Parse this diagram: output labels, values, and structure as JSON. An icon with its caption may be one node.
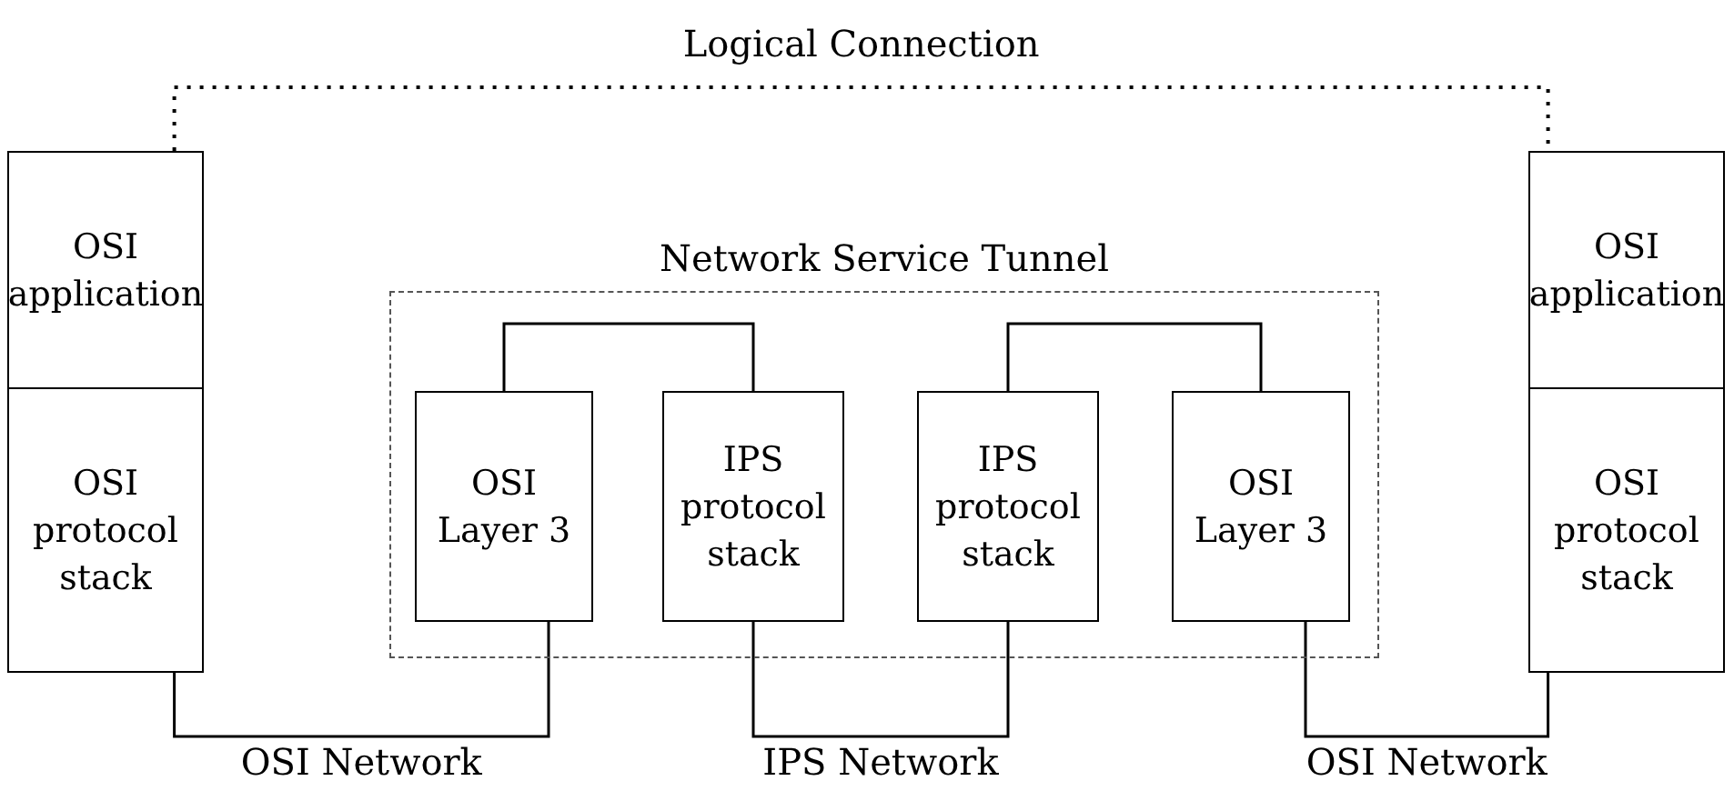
{
  "diagram": {
    "nodes": [
      {
        "text": [
          "OSI application"
        ]
      },
      {
        "text": [
          "OSI protocol stack"
        ]
      },
      {
        "text": [
          "Network Service Tunnel"
        ]
      },
      {
        "text": [
          "OSI Layer 3"
        ],
        "in": 2
      },
      {
        "text": [
          "IPS protocol stack"
        ],
        "in": 2
      },
      {
        "text": [
          "IPS protocol stack"
        ],
        "in": 2
      },
      {
        "text": [
          "OSI Layer 3"
        ],
        "in": 2
      },
      {
        "text": [
          "OSI application"
        ]
      },
      {
        "text": [
          "OSI protocol stack"
        ]
      }
    ],
    "edges": [
      {
        "from": 0,
        "to": 7,
        "arrow": "none",
        "label": "Logical Connection",
        "style": "dashed"
      },
      {
        "from": 3,
        "to": 4,
        "arrow": "none"
      },
      {
        "from": 5,
        "to": 6,
        "arrow": "none"
      },
      {
        "from": 1,
        "to": 3,
        "arrow": "none",
        "label": "OSI Network"
      },
      {
        "from": 4,
        "to": 5,
        "arrow": "none",
        "label": "IPS Network"
      },
      {
        "from": 6,
        "to": 8,
        "arrow": "none",
        "label": "OSI Network"
      }
    ]
  }
}
